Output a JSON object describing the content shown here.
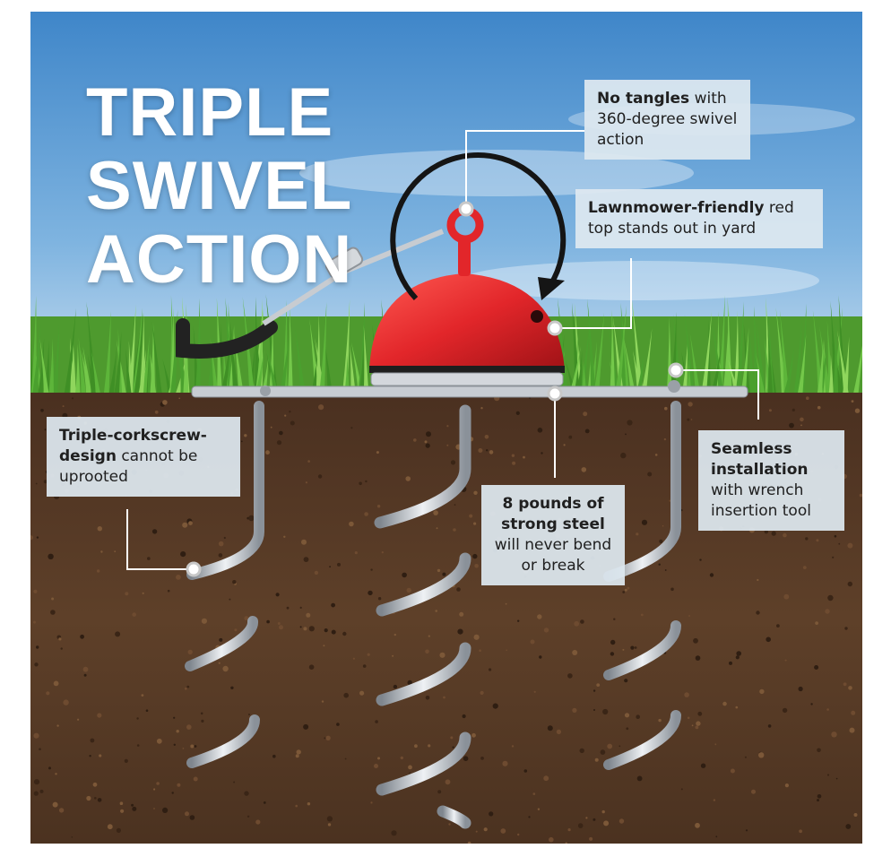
{
  "headline": [
    "TRIPLE",
    "SWIVEL",
    "ACTION"
  ],
  "callouts": {
    "tangles": {
      "bold": "No tangles",
      "rest": " with 360-degree swivel action"
    },
    "lawnmower": {
      "bold": "Lawnmower-friendly",
      "rest": " red top stands out in yard"
    },
    "corkscrew": {
      "bold": "Triple-corkscrew-design",
      "rest": " cannot be uprooted"
    },
    "steel": {
      "bold": "8 pounds of strong steel",
      "rest": " will never bend or break"
    },
    "installation": {
      "bold": "Seamless installation",
      "rest": " with wrench insertion tool"
    }
  },
  "colors": {
    "sky": "#4f93cf",
    "grass": "#5aa838",
    "soil": "#5b3d26",
    "cap": "#e2262a",
    "steel": "#b8bec6"
  }
}
